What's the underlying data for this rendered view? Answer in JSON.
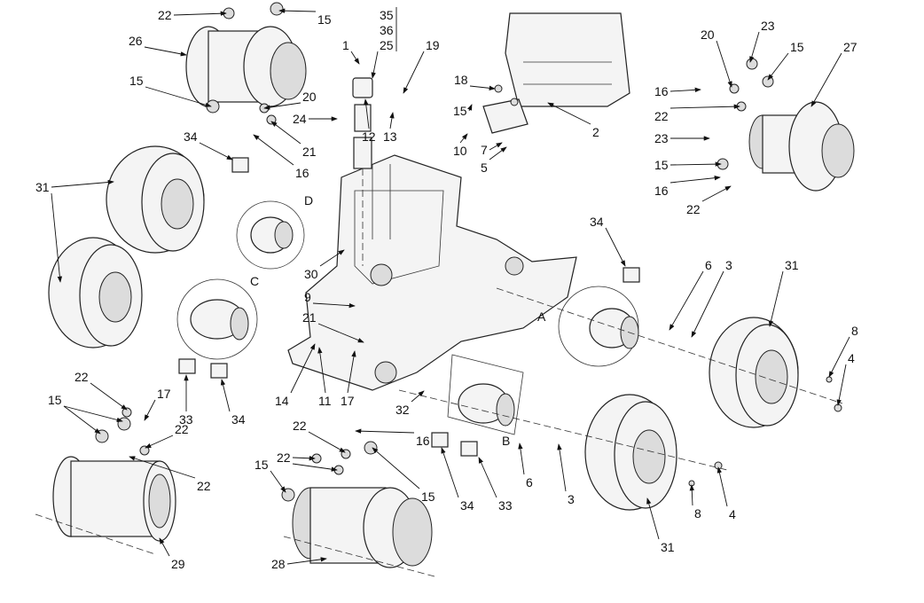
{
  "diagram": {
    "type": "exploded parts diagram",
    "callouts": [
      "22",
      "15",
      "35",
      "36",
      "25",
      "1",
      "19",
      "26",
      "15",
      "20",
      "21",
      "16",
      "24",
      "12",
      "13",
      "18",
      "15",
      "2",
      "10",
      "7",
      "5",
      "34",
      "20",
      "23",
      "15",
      "27",
      "16",
      "22",
      "23",
      "15",
      "16",
      "22",
      "31",
      "D",
      "C",
      "A",
      "B",
      "30",
      "9",
      "21",
      "34",
      "6",
      "3",
      "31",
      "8",
      "4",
      "14",
      "11",
      "17",
      "32",
      "33",
      "34",
      "22",
      "15",
      "17",
      "22",
      "22",
      "22",
      "22",
      "16",
      "15",
      "15",
      "34",
      "33",
      "6",
      "3",
      "8",
      "4",
      "29",
      "28",
      "31"
    ]
  }
}
